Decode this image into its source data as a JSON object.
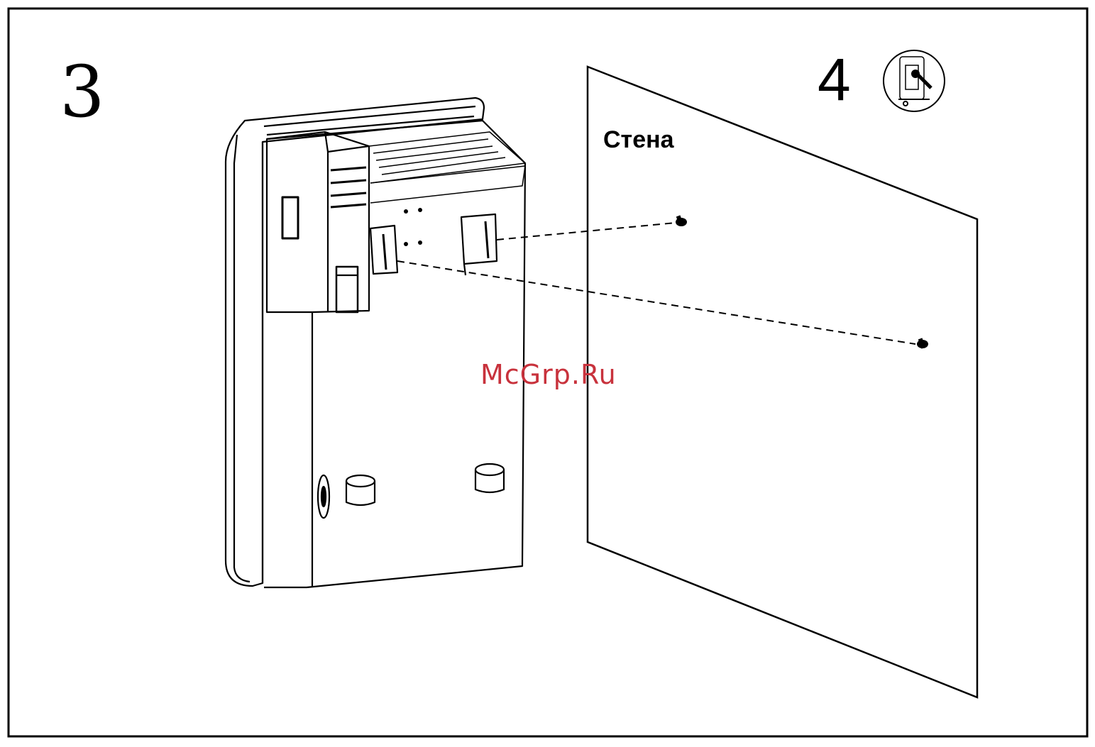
{
  "steps": {
    "left_number": "3",
    "right_number": "4"
  },
  "labels": {
    "wall": "Стена"
  },
  "watermark": "McGrp.Ru",
  "icons": {
    "step4_tool": "screwdriver-mount-icon"
  },
  "colors": {
    "line": "#000000",
    "background": "#ffffff",
    "watermark": "#c8323c"
  }
}
